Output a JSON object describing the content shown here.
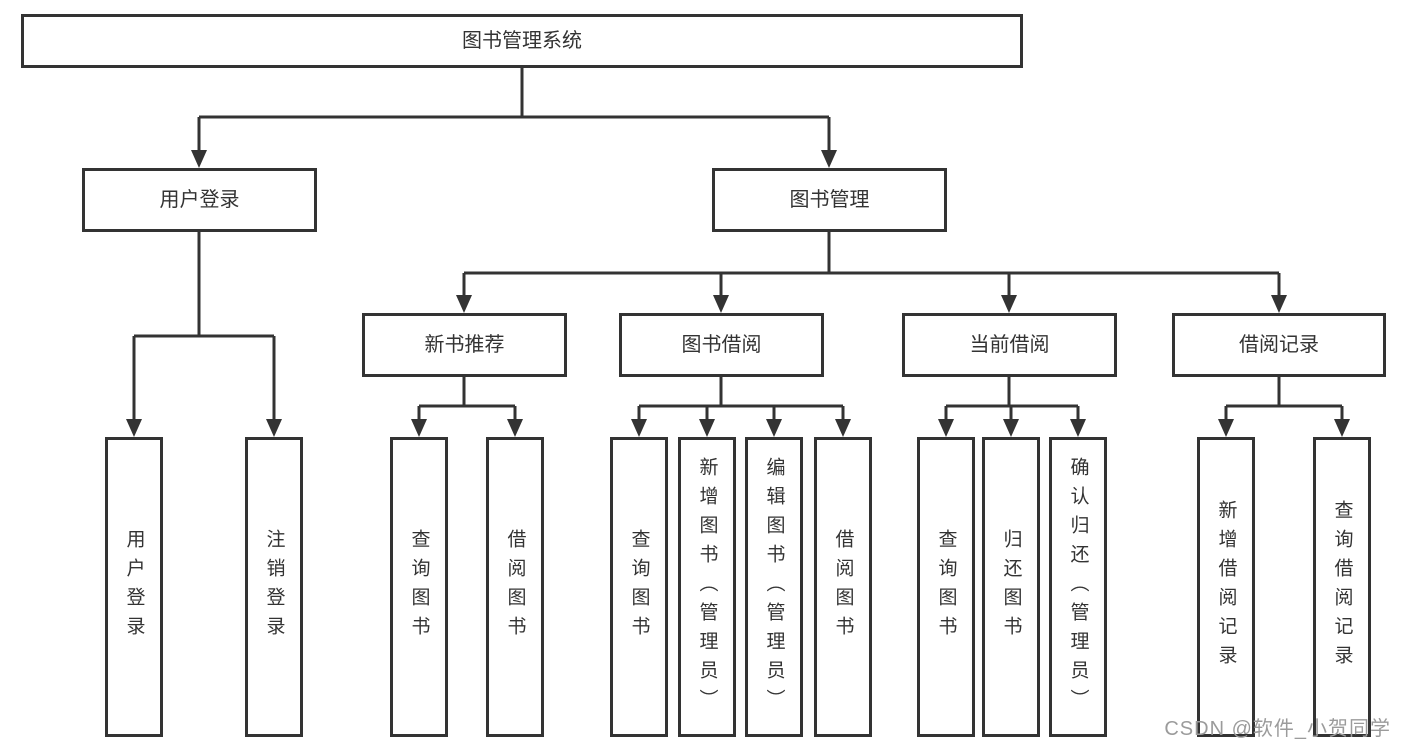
{
  "tree": {
    "label": "图书管理系统",
    "children": [
      {
        "label": "用户登录",
        "children": [
          {
            "label": "用户登录"
          },
          {
            "label": "注销登录"
          }
        ]
      },
      {
        "label": "图书管理",
        "children": [
          {
            "label": "新书推荐",
            "children": [
              {
                "label": "查询图书"
              },
              {
                "label": "借阅图书"
              }
            ]
          },
          {
            "label": "图书借阅",
            "children": [
              {
                "label": "查询图书"
              },
              {
                "label": "新增图书（管理员）"
              },
              {
                "label": "编辑图书（管理员）"
              },
              {
                "label": "借阅图书"
              }
            ]
          },
          {
            "label": "当前借阅",
            "children": [
              {
                "label": "查询图书"
              },
              {
                "label": "归还图书"
              },
              {
                "label": "确认归还（管理员）"
              }
            ]
          },
          {
            "label": "借阅记录",
            "children": [
              {
                "label": "新增借阅记录"
              },
              {
                "label": "查询借阅记录"
              }
            ]
          }
        ]
      }
    ]
  },
  "watermark": {
    "text": "CSDN @软件_小贺同学"
  },
  "colors": {
    "line": "#333333",
    "box_border": "#333333",
    "text": "#333333",
    "watermark": "#9b9b9b",
    "background": "#ffffff"
  }
}
